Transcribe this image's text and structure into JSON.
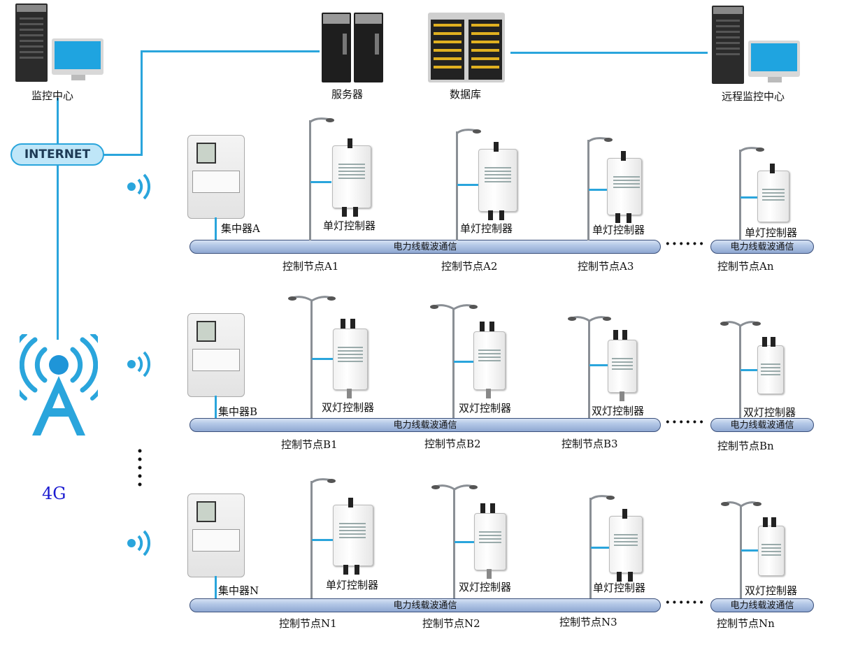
{
  "top": {
    "monitor_center": "监控中心",
    "server": "服务器",
    "database": "数据库",
    "remote_center": "远程监控中心"
  },
  "internet": "INTERNET",
  "cellular": "4G",
  "power_line_label": "电力线载波通信",
  "rows": [
    {
      "concentrator": "集中器A",
      "controllers": [
        "单灯控制器",
        "单灯控制器",
        "单灯控制器",
        "单灯控制器"
      ],
      "nodes": [
        "控制节点A1",
        "控制节点A2",
        "控制节点A3",
        "控制节点An"
      ]
    },
    {
      "concentrator": "集中器B",
      "controllers": [
        "双灯控制器",
        "双灯控制器",
        "双灯控制器",
        "双灯控制器"
      ],
      "nodes": [
        "控制节点B1",
        "控制节点B2",
        "控制节点B3",
        "控制节点Bn"
      ]
    },
    {
      "concentrator": "集中器N",
      "controllers": [
        "单灯控制器",
        "双灯控制器",
        "单灯控制器",
        "双灯控制器"
      ],
      "nodes": [
        "控制节点N1",
        "控制节点N2",
        "控制节点N3",
        "控制节点Nn"
      ]
    }
  ],
  "colors": {
    "link": "#2aa5dc",
    "cellular_text": "#1a1ad0",
    "internet_bg": "#bfe6f8"
  }
}
